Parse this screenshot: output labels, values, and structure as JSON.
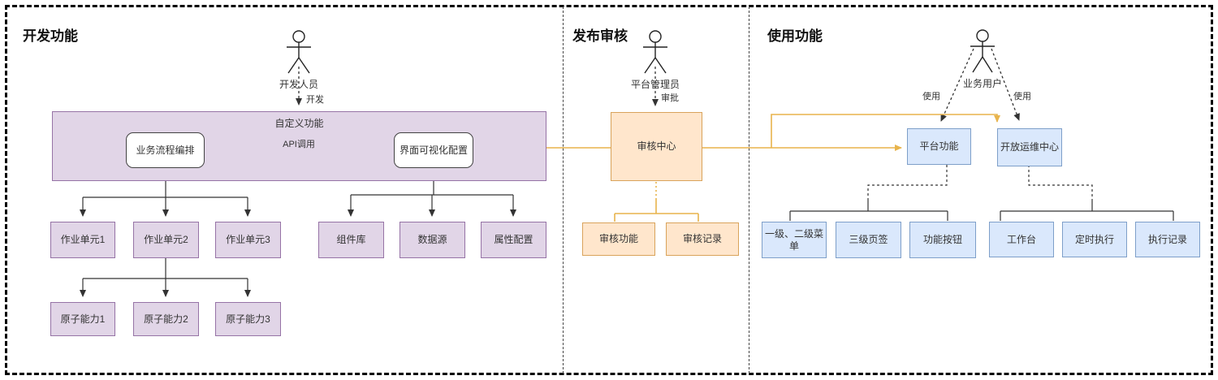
{
  "colors": {
    "purple_fill": "#E1D5E7",
    "purple_stroke": "#9673A6",
    "orange_fill": "#FFE6CC",
    "orange_stroke": "#D9A35B",
    "orange_line": "#E8B44C",
    "blue_fill": "#DAE8FC",
    "blue_stroke": "#7E9FC9",
    "line_black": "#333333"
  },
  "sections": {
    "dev": {
      "title": "开发功能",
      "actor_label": "开发人员",
      "action_label": "开发",
      "container_title": "自定义功能",
      "flow_node": "业务流程编排",
      "ui_node": "界面可视化配置",
      "api_label": "API调用",
      "work_units": [
        "作业单元1",
        "作业单元2",
        "作业单元3"
      ],
      "atomic_abilities": [
        "原子能力1",
        "原子能力2",
        "原子能力3"
      ],
      "ui_children": [
        "组件库",
        "数据源",
        "属性配置"
      ]
    },
    "review": {
      "title": "发布审核",
      "actor_label": "平台管理员",
      "action_label": "审批",
      "center_node": "审核中心",
      "children": [
        "审核功能",
        "审核记录"
      ]
    },
    "use": {
      "title": "使用功能",
      "actor_label": "业务用户",
      "action_label_left": "使用",
      "action_label_right": "使用",
      "platform_node": "平台功能",
      "ops_node": "开放运维中心",
      "platform_children": [
        "一级、二级菜单",
        "三级页签",
        "功能按钮"
      ],
      "ops_children": [
        "工作台",
        "定时执行",
        "执行记录"
      ]
    }
  }
}
